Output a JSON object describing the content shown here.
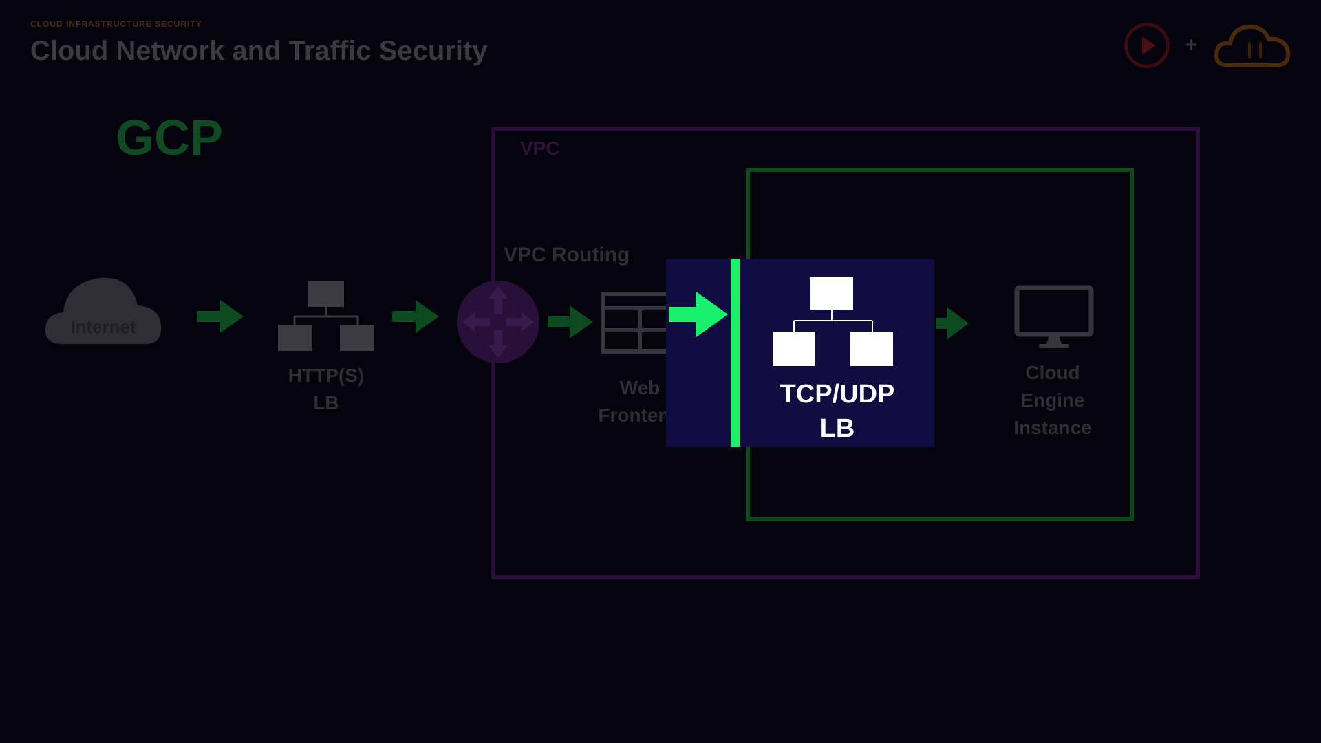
{
  "header": {
    "eyebrow": "CLOUD INFRASTRUCTURE SECURITY",
    "title": "Cloud Network and Traffic Security"
  },
  "logos": {
    "play_icon": "play-button-icon",
    "plus": "+",
    "cloud_icon": "cloud-logo-icon"
  },
  "diagram": {
    "provider": "GCP",
    "vpc_label": "VPC",
    "routing_label": "VPC Routing",
    "nodes": {
      "internet": "Internet",
      "http_lb": {
        "line1": "HTTP(S)",
        "line2": "LB"
      },
      "web_frontend": {
        "line1": "Web",
        "line2": "Frontend"
      },
      "tcp_udp_lb": {
        "line1": "TCP/UDP",
        "line2": "LB"
      },
      "cloud_engine": {
        "line1": "Cloud",
        "line2": "Engine",
        "line3": "Instance"
      }
    }
  },
  "colors": {
    "background": "#05030d",
    "highlight_bg": "#110d42",
    "accent_green": "#19f06c",
    "vpc_border": "#2a0f3c",
    "subnet_border": "#0d4a1c"
  }
}
